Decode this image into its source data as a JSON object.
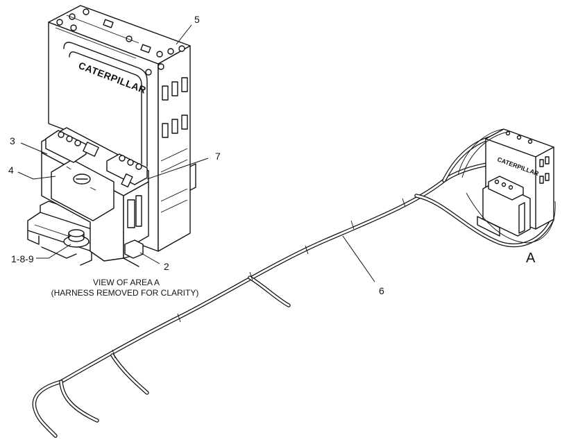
{
  "callouts": {
    "c1": "1-8-9",
    "c2": "2",
    "c3": "3",
    "c4": "4",
    "c5": "5",
    "c6": "6",
    "c7": "7"
  },
  "brand_text": "CATERPILLAR",
  "area_label": "A",
  "caption": {
    "line1": "VIEW OF AREA A",
    "line2": "(HARNESS REMOVED FOR CLARITY)"
  }
}
